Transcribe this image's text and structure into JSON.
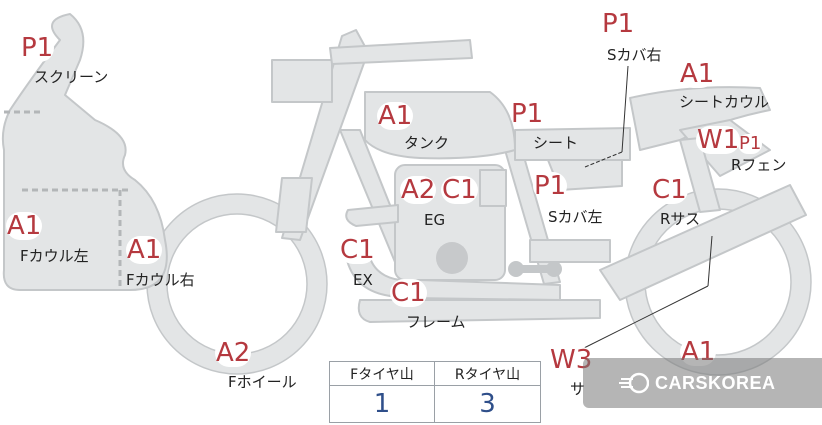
{
  "colors": {
    "body_fill": "#e3e5e6",
    "body_stroke": "#c4c7c9",
    "code_red": "#b5393f",
    "value_blue": "#2f4f8a",
    "leader_line": "#333333"
  },
  "parts": [
    {
      "id": "screen",
      "code": "P1",
      "name": "スクリーン"
    },
    {
      "id": "s-cover-right",
      "code": "P1",
      "name": "Sカバ右"
    },
    {
      "id": "seat-cowl",
      "code": "A1",
      "name": "シートカウル"
    },
    {
      "id": "tank",
      "code": "A1",
      "name": "タンク"
    },
    {
      "id": "seat",
      "code": "P1",
      "name": "シート"
    },
    {
      "id": "r-fender",
      "code": "W1",
      "code2": "P1",
      "name": "Rフェン"
    },
    {
      "id": "engine",
      "code": "A2",
      "code2": "C1",
      "name": "EG"
    },
    {
      "id": "s-cover-left",
      "code": "P1",
      "name": "Sカバ左"
    },
    {
      "id": "r-suspension",
      "code": "C1",
      "name": "Rサス"
    },
    {
      "id": "f-cowl-left",
      "code": "A1",
      "name": "Fカウル左"
    },
    {
      "id": "f-cowl-right",
      "code": "A1",
      "name": "Fカウル右"
    },
    {
      "id": "exhaust",
      "code": "C1",
      "name": "EX"
    },
    {
      "id": "frame",
      "code": "C1",
      "name": "フレーム"
    },
    {
      "id": "f-wheel",
      "code": "A2",
      "name": "Fホイール"
    },
    {
      "id": "swingarm",
      "code": "W3",
      "name": "サ"
    },
    {
      "id": "r-wheel",
      "code": "A1",
      "name": ""
    }
  ],
  "tread_table": {
    "f_header": "Fタイヤ山",
    "r_header": "Rタイヤ山",
    "f_value": "1",
    "r_value": "3"
  },
  "watermark": {
    "text": "CARSKOREA",
    "icon": "carskorea-logo-icon"
  }
}
